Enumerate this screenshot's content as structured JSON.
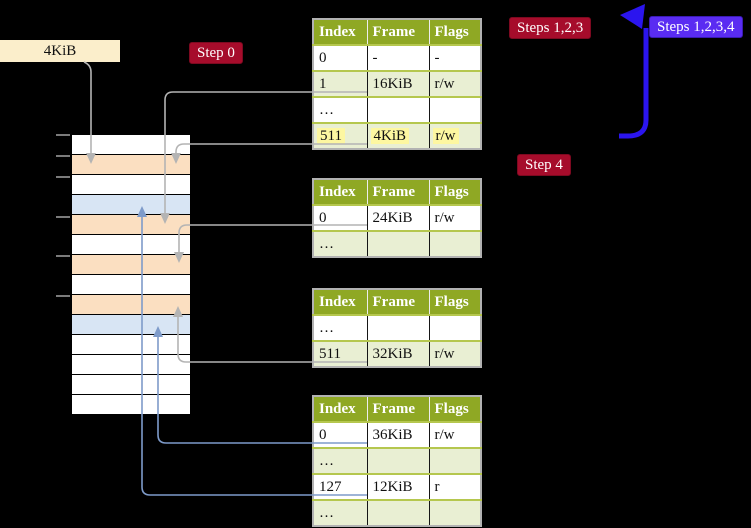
{
  "colors": {
    "background": "#000000",
    "table-header": "#8fa824",
    "table-row-shade": "#e9efd3",
    "table-border": "#b2b2b2",
    "row-separator": "#b5c74e",
    "col-separator": "#161616",
    "highlight": "#fdf7a1",
    "frame-peach": "#fbdfc1",
    "frame-blue": "#d8e5f4",
    "label-cream": "#fbeecb",
    "badge-crimson": "#a60c2b",
    "badge-violet": "#5a2cf2",
    "arrow-blue": "#2b15ee",
    "connector-steel": "#7e9bca",
    "connector-gray": "#b4b4b4"
  },
  "frame_label": {
    "text": "4KiB"
  },
  "badges": {
    "step0": "Step 0",
    "steps123": "Steps 1,2,3",
    "steps1234": "Steps 1,2,3,4",
    "step4": "Step 4"
  },
  "tables": [
    {
      "id": "t1",
      "name": "page-table-top",
      "headers": [
        "Index",
        "Frame",
        "Flags"
      ],
      "rows": [
        {
          "cells": [
            "0",
            "-",
            "-"
          ],
          "shade": false,
          "highlight": false
        },
        {
          "cells": [
            "1",
            "16KiB",
            "r/w"
          ],
          "shade": true,
          "highlight": false
        },
        {
          "cells": [
            "…",
            "",
            ""
          ],
          "shade": false,
          "highlight": false
        },
        {
          "cells": [
            "511",
            "4KiB",
            "r/w"
          ],
          "shade": true,
          "highlight": true
        }
      ]
    },
    {
      "id": "t2",
      "name": "page-table-second",
      "headers": [
        "Index",
        "Frame",
        "Flags"
      ],
      "rows": [
        {
          "cells": [
            "0",
            "24KiB",
            "r/w"
          ],
          "shade": false,
          "highlight": false
        },
        {
          "cells": [
            "…",
            "",
            ""
          ],
          "shade": true,
          "highlight": false
        }
      ]
    },
    {
      "id": "t3",
      "name": "page-table-third",
      "headers": [
        "Index",
        "Frame",
        "Flags"
      ],
      "rows": [
        {
          "cells": [
            "…",
            "",
            ""
          ],
          "shade": false,
          "highlight": false
        },
        {
          "cells": [
            "511",
            "32KiB",
            "r/w"
          ],
          "shade": true,
          "highlight": false
        }
      ]
    },
    {
      "id": "t4",
      "name": "page-table-bottom",
      "headers": [
        "Index",
        "Frame",
        "Flags"
      ],
      "rows": [
        {
          "cells": [
            "0",
            "36KiB",
            "r/w"
          ],
          "shade": false,
          "highlight": false
        },
        {
          "cells": [
            "…",
            "",
            ""
          ],
          "shade": true,
          "highlight": false
        },
        {
          "cells": [
            "127",
            "12KiB",
            "r"
          ],
          "shade": false,
          "highlight": false
        },
        {
          "cells": [
            "…",
            "",
            ""
          ],
          "shade": true,
          "highlight": false
        }
      ]
    }
  ],
  "memory": {
    "rows": [
      {
        "kind": "plain"
      },
      {
        "kind": "page-table"
      },
      {
        "kind": "plain"
      },
      {
        "kind": "mapped"
      },
      {
        "kind": "page-table"
      },
      {
        "kind": "plain"
      },
      {
        "kind": "page-table"
      },
      {
        "kind": "plain"
      },
      {
        "kind": "page-table"
      },
      {
        "kind": "mapped"
      },
      {
        "kind": "plain"
      },
      {
        "kind": "plain"
      },
      {
        "kind": "plain"
      },
      {
        "kind": "plain"
      }
    ]
  }
}
